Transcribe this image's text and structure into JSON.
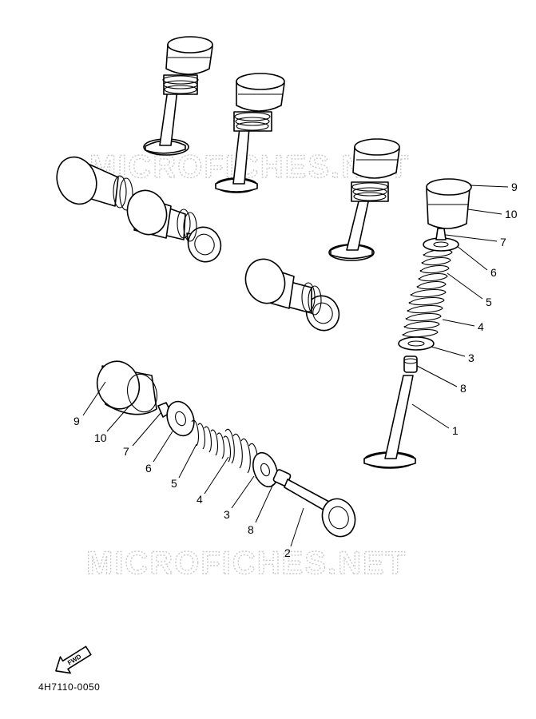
{
  "watermark": "MICROFICHES.NET",
  "diagram_code": "4H7110-0050",
  "fwd_label": "FWD",
  "callouts_right": [
    "9",
    "10",
    "7",
    "6",
    "5",
    "4",
    "3",
    "8",
    "1"
  ],
  "callouts_left": [
    "9",
    "10",
    "7",
    "6",
    "5",
    "4",
    "3",
    "8",
    "2"
  ],
  "icons": {
    "fwd_arrow": "fwd-arrow-icon"
  }
}
